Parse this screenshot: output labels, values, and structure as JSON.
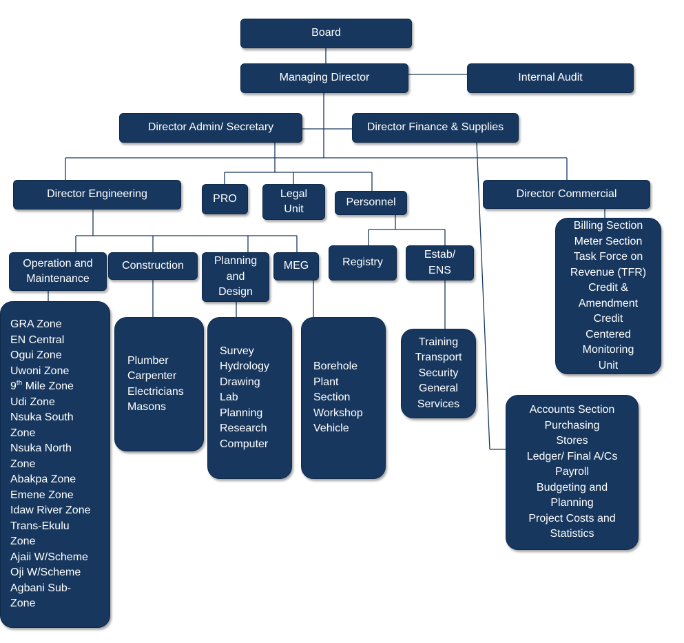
{
  "nodes": {
    "board": "Board",
    "managing_director": "Managing Director",
    "internal_audit": "Internal Audit",
    "director_admin": "Director Admin/ Secretary",
    "director_finance": "Director Finance & Supplies",
    "director_engineering": "Director Engineering",
    "pro": "PRO",
    "legal_unit": [
      "Legal",
      "Unit"
    ],
    "personnel": "Personnel",
    "director_commercial": "Director Commercial",
    "operation_maintenance": [
      "Operation and",
      "Maintenance"
    ],
    "construction": "Construction",
    "planning_design": [
      "Planning",
      "and",
      "Design"
    ],
    "meg": "MEG",
    "registry": "Registry",
    "estab_ens": [
      "Estab/",
      "ENS"
    ]
  },
  "lists": {
    "zones": [
      "GRA Zone",
      "EN Central",
      "Ogui Zone",
      "Uwoni Zone",
      "9",
      "Udi Zone",
      "Nsuka South",
      "Zone",
      "Nsuka North",
      "Zone",
      "Abakpa Zone",
      "Emene Zone",
      "Idaw River Zone",
      "Trans-Ekulu",
      "Zone",
      "Ajaii W/Scheme",
      "Oji W/Scheme",
      "Agbani Sub-",
      "Zone"
    ],
    "zone_ninth_sup": "th",
    "zone_ninth_rest": " Mile Zone",
    "construction_staff": [
      "Plumber",
      "Carpenter",
      "Electricians",
      "Masons"
    ],
    "planning_units": [
      "Survey",
      "Hydrology",
      "Drawing",
      "Lab",
      "Planning",
      "Research",
      "Computer"
    ],
    "meg_units": [
      "Borehole",
      "Plant",
      "Section",
      "Workshop",
      "Vehicle"
    ],
    "estab_services": [
      "Training",
      "Transport",
      "Security",
      "General",
      "Services"
    ],
    "commercial_sections": [
      "Billing Section",
      "Meter Section",
      "Task Force on",
      "Revenue (TFR)",
      "Credit &",
      "Amendment",
      "Credit",
      "Centered",
      "Monitoring",
      "Unit"
    ],
    "finance_sections": [
      "Accounts Section",
      "Purchasing",
      "Stores",
      "Ledger/ Final A/Cs",
      "Payroll",
      "Budgeting and",
      "Planning",
      "Project Costs and",
      "Statistics"
    ]
  }
}
